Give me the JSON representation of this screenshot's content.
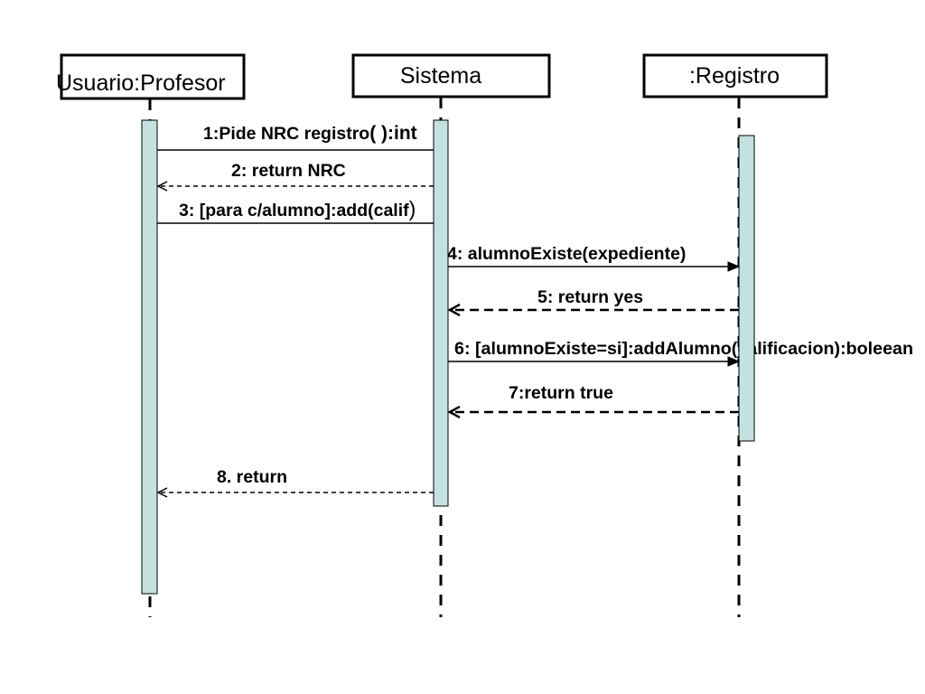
{
  "colors": {
    "background": "#ffffff",
    "line": "#000000",
    "activation_fill": "#c3e1e1"
  },
  "lifelines": [
    {
      "name": "Usuario:Profesor"
    },
    {
      "name": "Sistema"
    },
    {
      "name": ":Registro"
    }
  ],
  "messages": [
    {
      "label": "1:Pide NRC registro",
      "label_suffix": "( ):int"
    },
    {
      "label": "2: return NRC"
    },
    {
      "label": "3: [para c/alumno]:add(calif",
      "label_suffix": ")"
    },
    {
      "label": "4: alumnoExiste(expediente)"
    },
    {
      "label": "5: return yes"
    },
    {
      "label": "6: [alumnoExiste=si]:addAlumno(calificacion):boleean"
    },
    {
      "label": "7:return true"
    },
    {
      "label": "8. return"
    }
  ]
}
